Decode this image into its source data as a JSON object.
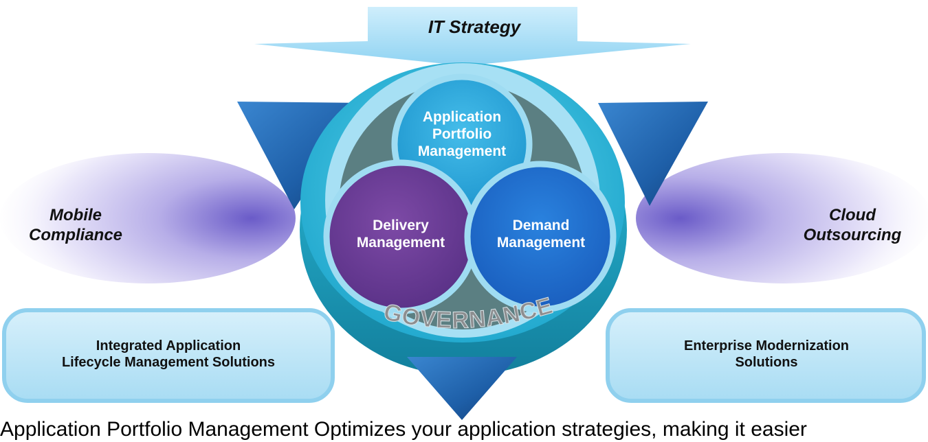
{
  "top_arrow": {
    "label": "IT Strategy"
  },
  "left_cloud": {
    "line1": "Mobile",
    "line2": "Compliance"
  },
  "right_cloud": {
    "line1": "Cloud",
    "line2": "Outsourcing"
  },
  "left_box": {
    "line1": "Integrated Application",
    "line2": "Lifecycle Management Solutions"
  },
  "right_box": {
    "line1": "Enterprise Modernization",
    "line2": "Solutions"
  },
  "circles": {
    "top": {
      "line1": "Application",
      "line2": "Portfolio",
      "line3": "Management"
    },
    "left": {
      "line1": "Delivery",
      "line2": "Management"
    },
    "right": {
      "line1": "Demand",
      "line2": "Management"
    }
  },
  "ring_text": "GOVERNANCE",
  "bottom_caption": "Application Portfolio Management Optimizes your application strategies, making it easier",
  "colors": {
    "arrow_blue": "#1f5fa8",
    "ring_cyan": "#2ab7d8",
    "inner_light": "#9fdcf2",
    "circle_top": "#29a8dc",
    "circle_left": "#6a3d96",
    "circle_right": "#1e6fd1",
    "gray_fill": "#5b7f82",
    "cloud_purple": "#8a7ad8",
    "box_fill": "#bfe6f6"
  }
}
